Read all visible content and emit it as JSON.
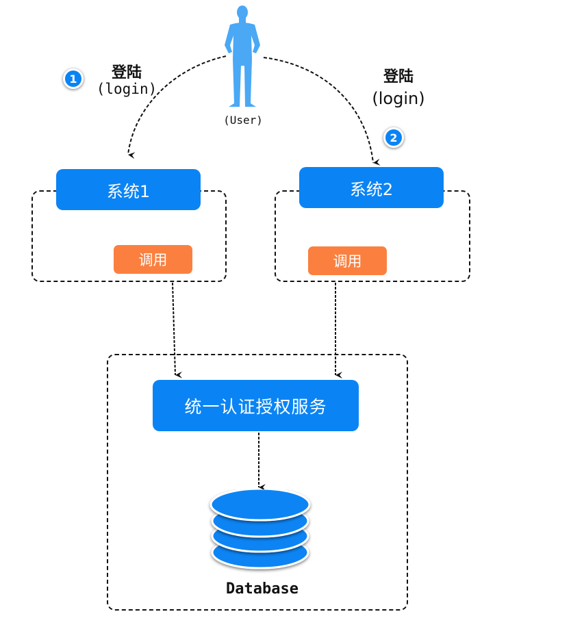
{
  "user": {
    "label": "(User)"
  },
  "login_left": {
    "step": "1",
    "title": "登陆",
    "subtitle": "(login)"
  },
  "login_right": {
    "step": "2",
    "title": "登陆",
    "subtitle": "(login)"
  },
  "system1": {
    "title": "系统1",
    "call_label": "调用"
  },
  "system2": {
    "title": "系统2",
    "call_label": "调用"
  },
  "auth_service": {
    "title": "统一认证授权服务"
  },
  "database": {
    "label": "Database"
  },
  "colors": {
    "primary": "#0a84f4",
    "call": "#fb8040",
    "user": "#4aa8f5"
  }
}
